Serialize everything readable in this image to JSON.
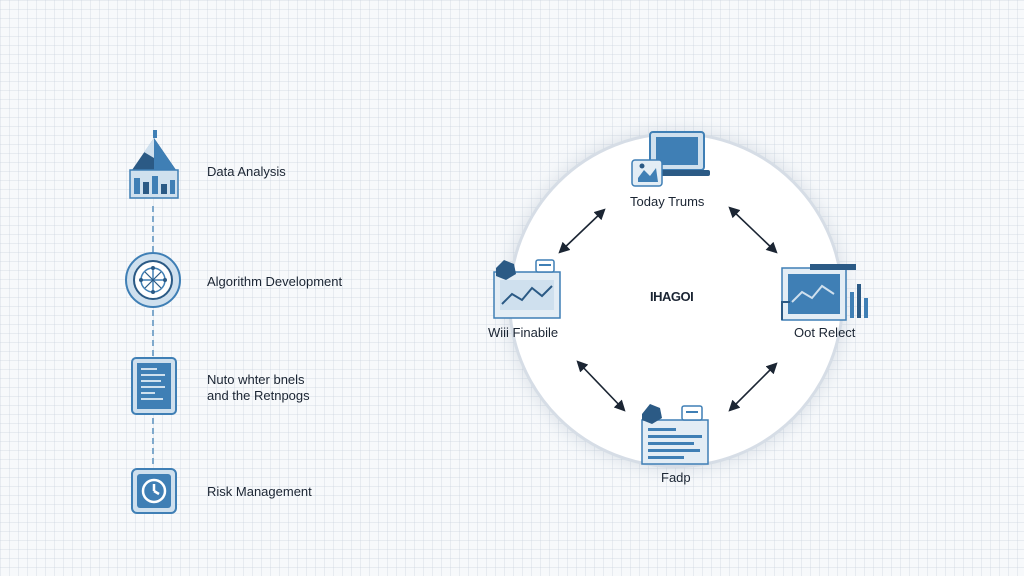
{
  "left_flow": {
    "steps": [
      {
        "label": "Data Analysis",
        "icon": "house-chart-icon"
      },
      {
        "label": "Algorithm Development",
        "icon": "circuit-globe-icon"
      },
      {
        "label_line1": "Nuto whter bnels",
        "label_line2": "and the Retnpogs",
        "icon": "document-tablet-icon"
      },
      {
        "label": "Risk Management",
        "icon": "clock-icon"
      }
    ]
  },
  "cycle": {
    "center_label": "IHAGOI",
    "nodes": {
      "top": "Today Trums",
      "left": "Wiii Finabile",
      "right": "Oot Relect",
      "bottom": "Fadp"
    }
  },
  "colors": {
    "accent": "#3f7fb5",
    "accent_dark": "#2b5a85",
    "accent_light": "#cfe0ee",
    "line": "#7fa9cc"
  }
}
